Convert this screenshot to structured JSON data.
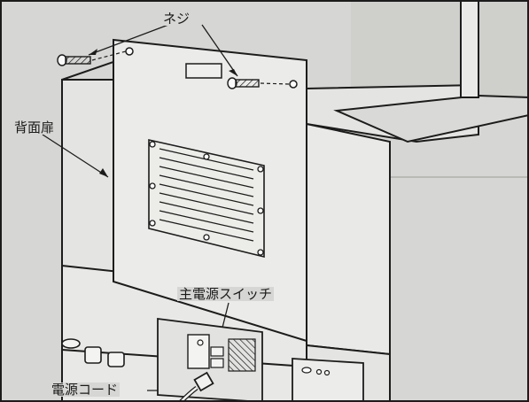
{
  "labels": {
    "screw": "ネジ",
    "rear_door": "背面扉",
    "main_power_switch": "主電源スイッチ",
    "power_cord": "電源コード"
  },
  "colors": {
    "paper": "#d6d6d4",
    "line": "#1c1c1c",
    "panel": "#e6e6e4"
  }
}
